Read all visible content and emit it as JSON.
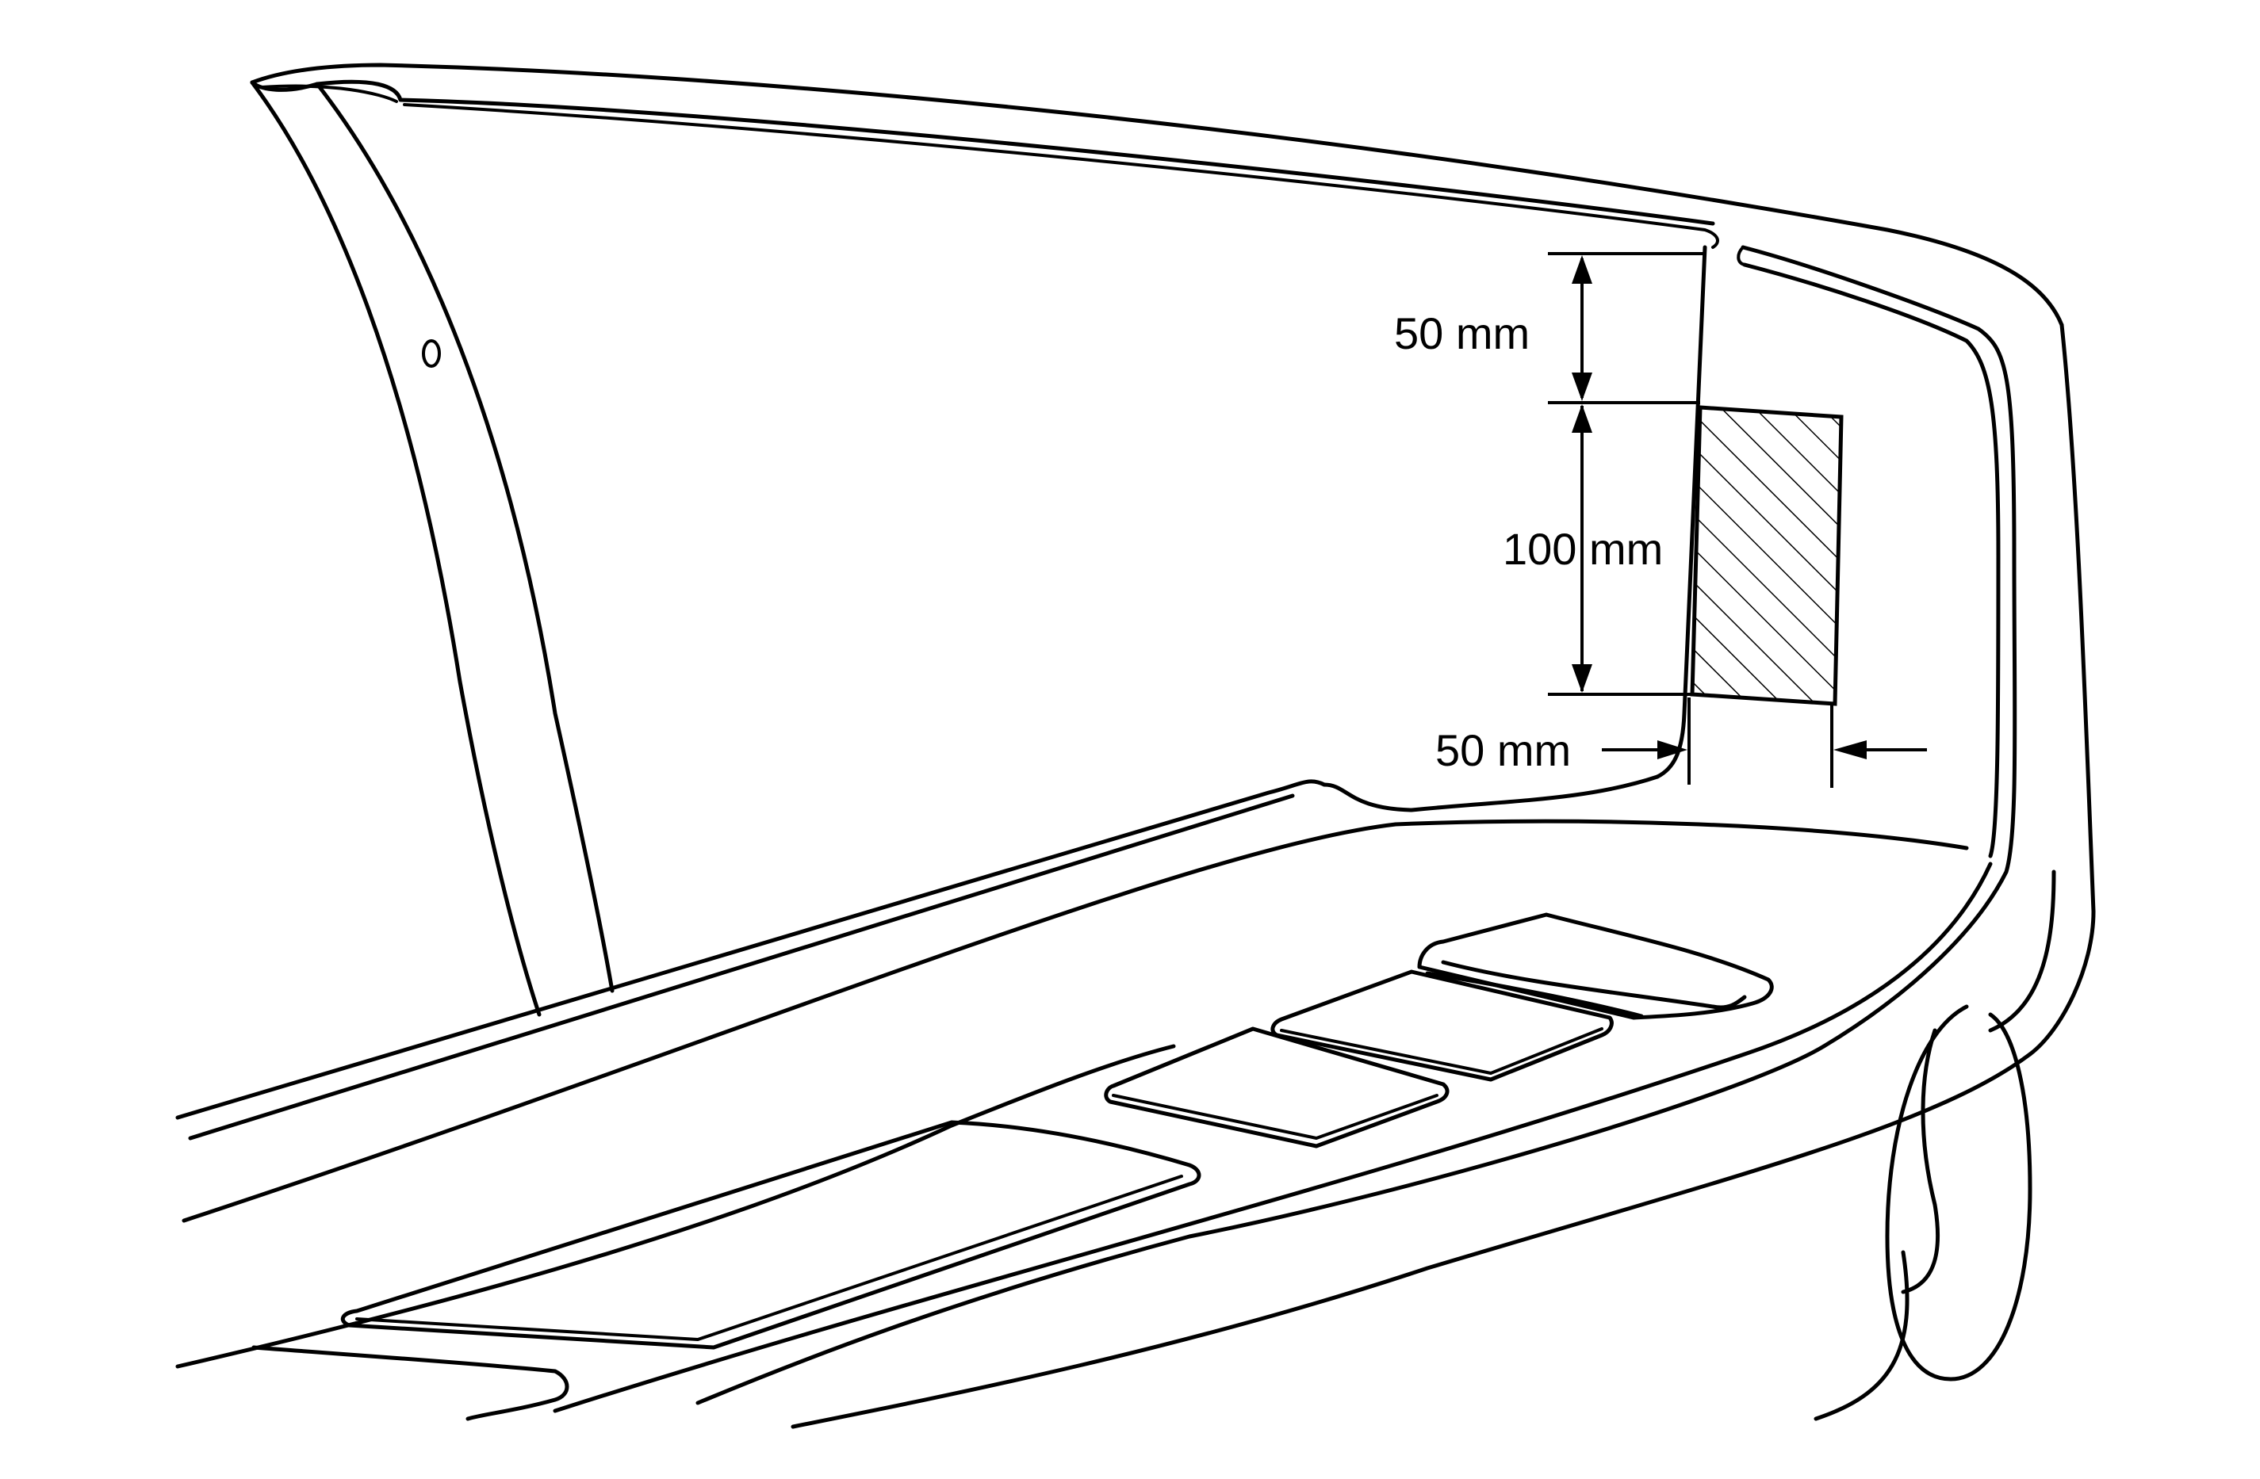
{
  "diagram": {
    "dimensions": {
      "top_offset": {
        "label": "50 mm"
      },
      "area_height": {
        "label": "100 mm"
      },
      "side_offset": {
        "label": "50 mm"
      }
    }
  }
}
